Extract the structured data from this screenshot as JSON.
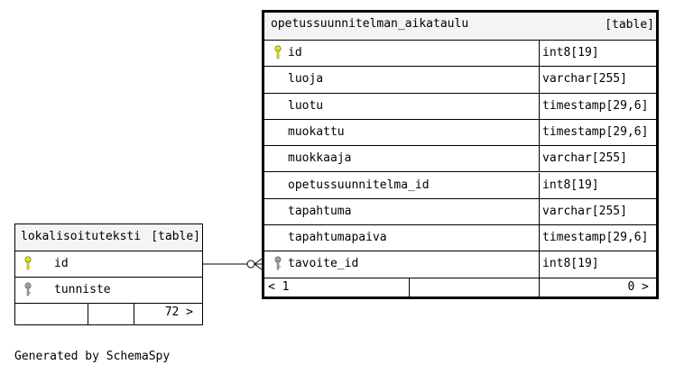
{
  "tables": {
    "main": {
      "name": "opetussuunnitelman_aikataulu",
      "kind": "[table]",
      "columns": [
        {
          "name": "id",
          "type": "int8[19]",
          "key": "primary"
        },
        {
          "name": "luoja",
          "type": "varchar[255]",
          "key": ""
        },
        {
          "name": "luotu",
          "type": "timestamp[29,6]",
          "key": ""
        },
        {
          "name": "muokattu",
          "type": "timestamp[29,6]",
          "key": ""
        },
        {
          "name": "muokkaaja",
          "type": "varchar[255]",
          "key": ""
        },
        {
          "name": "opetussuunnitelma_id",
          "type": "int8[19]",
          "key": ""
        },
        {
          "name": "tapahtuma",
          "type": "varchar[255]",
          "key": ""
        },
        {
          "name": "tapahtumapaiva",
          "type": "timestamp[29,6]",
          "key": ""
        },
        {
          "name": "tavoite_id",
          "type": "int8[19]",
          "key": "foreign"
        }
      ],
      "footer_left": "< 1",
      "footer_right": "0 >"
    },
    "lokalisoituteksti": {
      "name": "lokalisoituteksti",
      "kind": "[table]",
      "columns": [
        {
          "name": "id",
          "key": "primary"
        },
        {
          "name": "tunniste",
          "key": "foreign"
        }
      ],
      "footer_right": "72 >"
    }
  },
  "colors": {
    "primary_key": "#e8e800",
    "foreign_key": "#a0a0a0",
    "header_bg": "#f4f4f4",
    "border": "#000000"
  },
  "generated_by": "Generated by SchemaSpy"
}
